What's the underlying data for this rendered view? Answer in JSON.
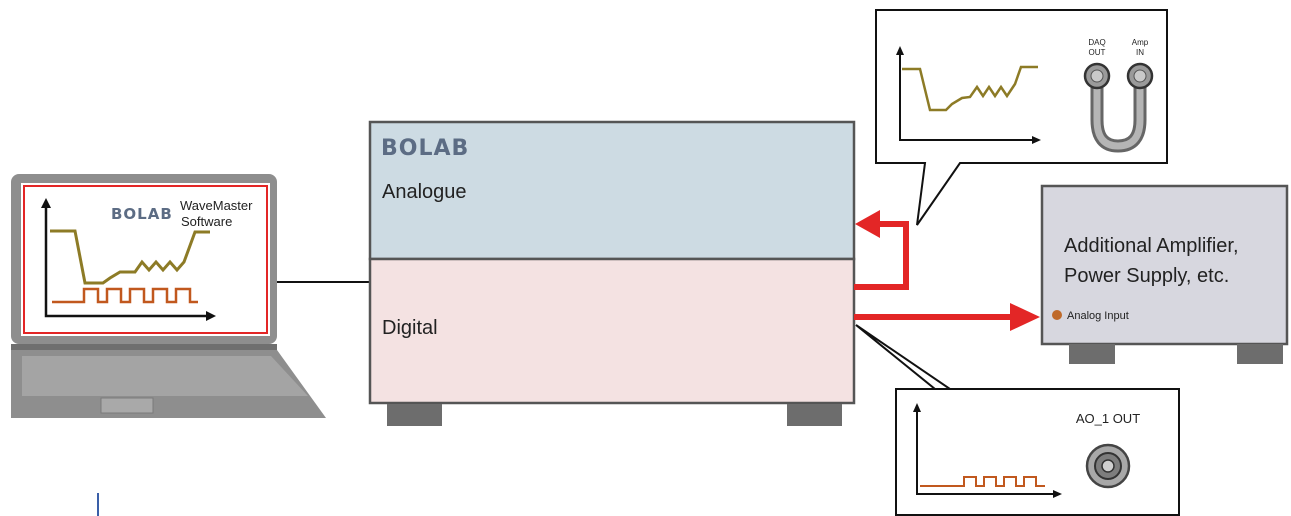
{
  "laptop": {
    "brand": "BOLAB",
    "software_name": "WaveMaster",
    "software_suffix": "Software"
  },
  "main_unit": {
    "brand": "BOLAB",
    "top_section_label": "Analogue",
    "bottom_section_label": "Digital"
  },
  "top_callout": {
    "connector_left_label_line1": "DAQ",
    "connector_left_label_line2": "OUT",
    "connector_right_label_line1": "Amp",
    "connector_right_label_line2": "IN"
  },
  "external_device": {
    "title_line1": "Additional Amplifier,",
    "title_line2": "Power Supply, etc.",
    "input_label": "Analog Input"
  },
  "bottom_callout": {
    "connector_label": "AO_1 OUT"
  },
  "colors": {
    "arrow": "#e32626",
    "analog_wave": "#8d7b26",
    "digital_wave": "#c1581e",
    "analogue_panel": "#cddbe3",
    "digital_panel": "#f4e2e2",
    "device_body": "#d7d7df",
    "brand_blue": "#5c6c84",
    "input_dot": "#bf6a2a"
  }
}
